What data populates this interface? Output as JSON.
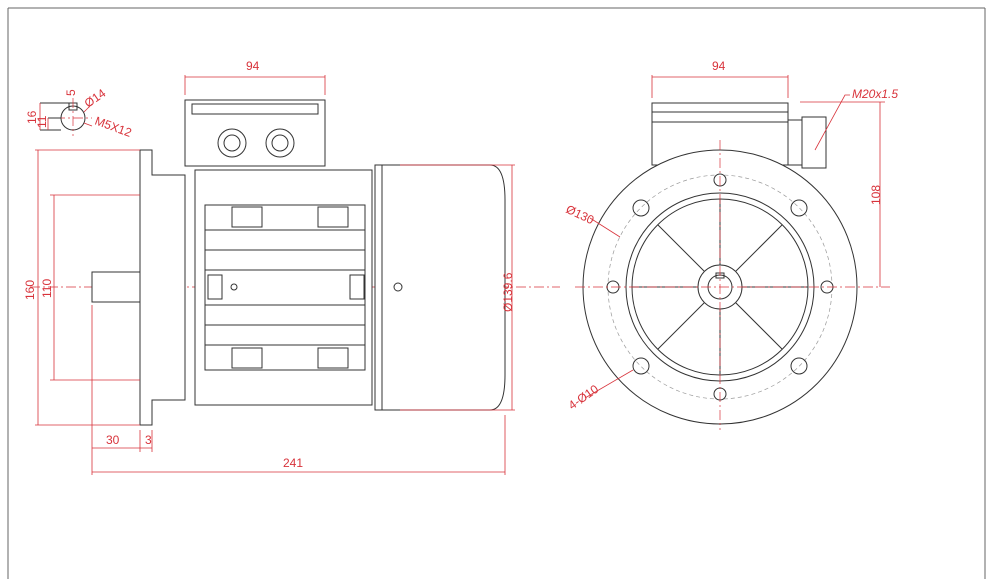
{
  "drawing": {
    "side_view": {
      "box_width": "94",
      "flange_height": "160",
      "spigot_height": "110",
      "cover_diameter": "Ø139.6",
      "shaft_length": "30",
      "flange_thickness": "3",
      "overall_length": "241"
    },
    "shaft_detail": {
      "key_height": "16",
      "shaft_key": "11",
      "key_width": "5",
      "shaft_diameter": "Ø14",
      "thread": "M5X12"
    },
    "front_view": {
      "box_width": "94",
      "gland": "M20x1.5",
      "center_height": "108",
      "pcd": "Ø130",
      "holes": "4-Ø10"
    },
    "colors": {
      "dimension": "#d8333b",
      "line": "#333333"
    }
  }
}
